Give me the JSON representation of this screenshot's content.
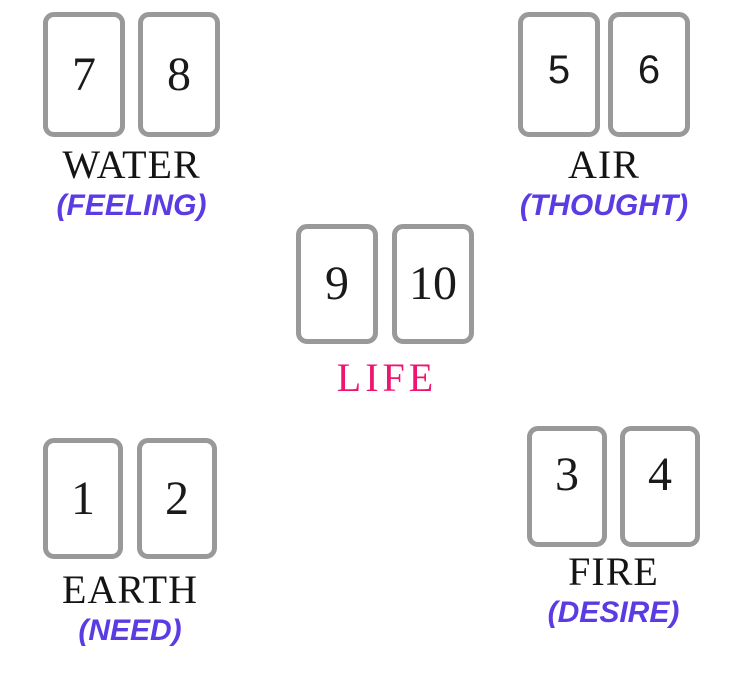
{
  "colors": {
    "card_border": "#999999",
    "title_text": "#141414",
    "number_text": "#1a1a1a",
    "subtitle_purple": "#5b3be4",
    "life_pink": "#ed156f",
    "background": "#ffffff"
  },
  "groups": [
    {
      "element": "WATER",
      "aspect": "(FEELING)",
      "cards": [
        "7",
        "8"
      ]
    },
    {
      "element": "AIR",
      "aspect": "(THOUGHT)",
      "cards": [
        "5",
        "6"
      ]
    },
    {
      "element": "LIFE",
      "cards": [
        "9",
        "10"
      ]
    },
    {
      "element": "EARTH",
      "aspect": "(NEED)",
      "cards": [
        "1",
        "2"
      ]
    },
    {
      "element": "FIRE",
      "aspect": "(DESIRE)",
      "cards": [
        "3",
        "4"
      ]
    }
  ]
}
